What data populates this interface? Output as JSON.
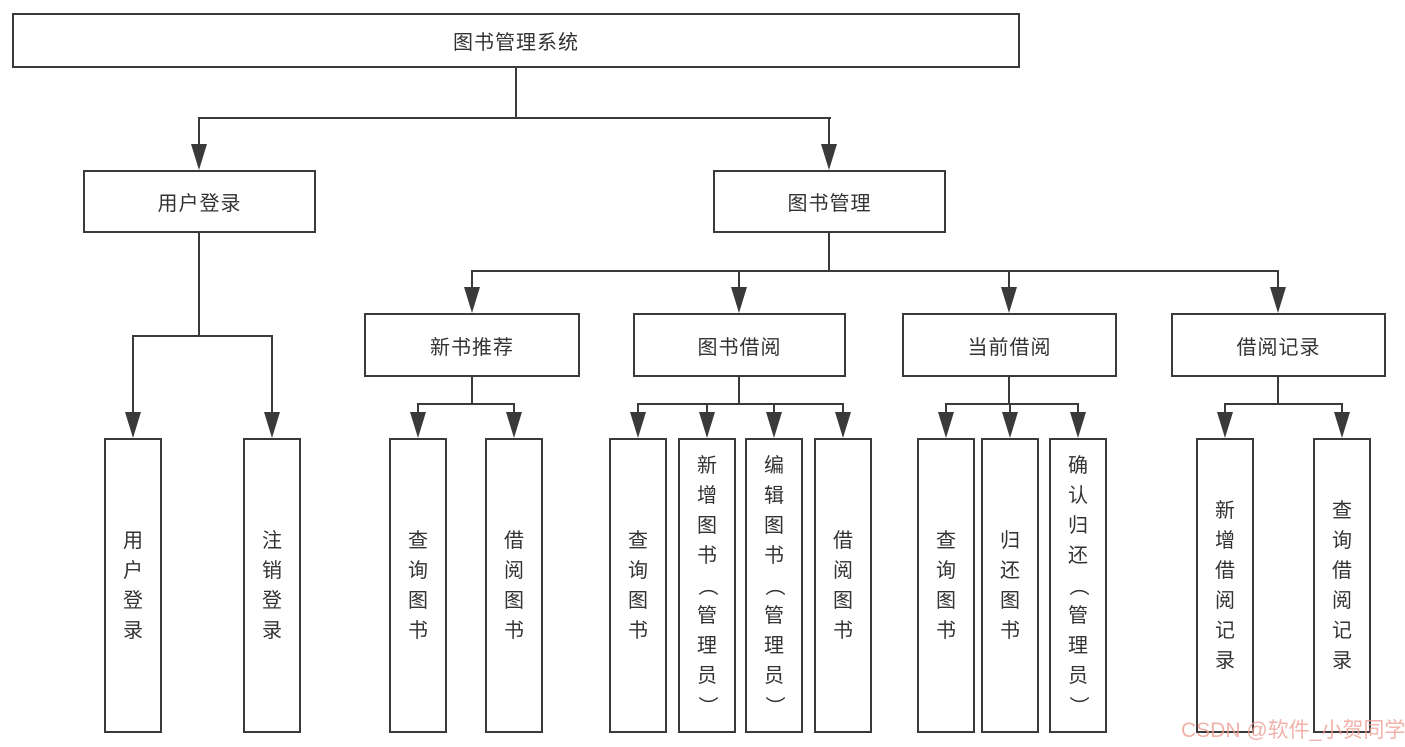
{
  "nodes": {
    "root": "图书管理系统",
    "user_login": "用户登录",
    "book_management": "图书管理",
    "new_book_recommend": "新书推荐",
    "book_borrow": "图书借阅",
    "current_borrow": "当前借阅",
    "borrow_records": "借阅记录",
    "leaf_user_login": "用户登录",
    "leaf_logout": "注销登录",
    "leaf_query_book_recommend": "查询图书",
    "leaf_borrow_book_recommend": "借阅图书",
    "leaf_query_book_borrow": "查询图书",
    "leaf_add_book_admin": "新增图书（管理员）",
    "leaf_edit_book_admin": "编辑图书（管理员）",
    "leaf_borrow_book_borrow": "借阅图书",
    "leaf_query_book_current": "查询图书",
    "leaf_return_book": "归还图书",
    "leaf_confirm_return_admin": "确认归还（管理员）",
    "leaf_add_borrow_record": "新增借阅记录",
    "leaf_query_borrow_record": "查询借阅记录"
  },
  "watermark": {
    "text": "CSDN @软件_小贺同学"
  },
  "colors": {
    "line": "#3a3a3a",
    "text": "#333333",
    "watermark": "#eea096",
    "background": "#ffffff"
  }
}
